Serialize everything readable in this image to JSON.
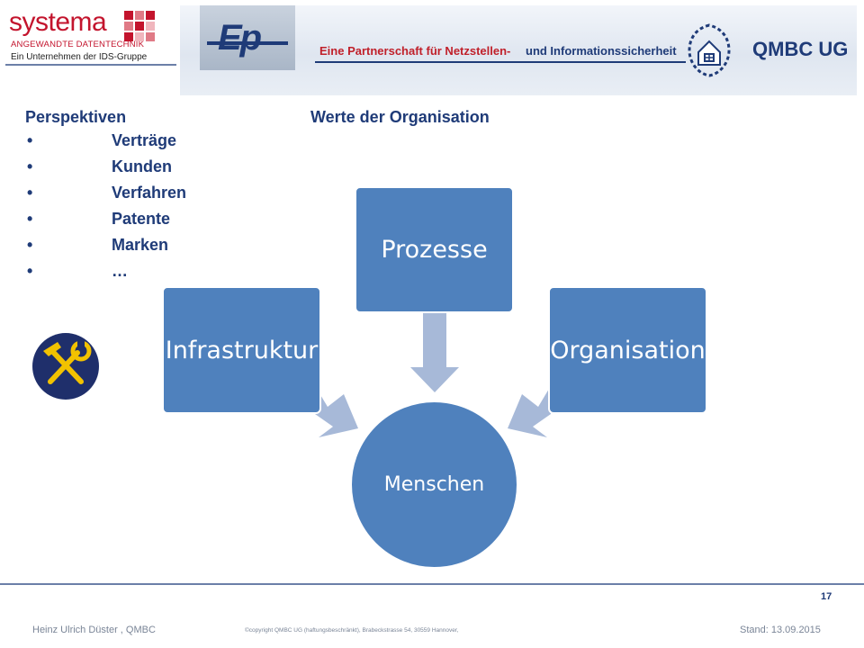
{
  "header": {
    "systema_logo": "systema",
    "systema_subtitle": "ANGEWANDTE DATENTECHNIK",
    "ids_caption": "Ein Unternehmen der IDS-Gruppe",
    "ep_logo": "Ep",
    "tagline_part1": "Eine Partnerschaft für Netzstellen-",
    "tagline_part2": "und Informationssicherheit",
    "qmbc_logo": "QMBC UG"
  },
  "perspectives": {
    "title": "Perspektiven",
    "bullet": "•",
    "items": [
      "Verträge",
      "Kunden",
      "Verfahren",
      "Patente",
      "Marken",
      "…"
    ]
  },
  "diagram": {
    "title": "Werte der Organisation",
    "nodes": {
      "top": "Prozesse",
      "left": "Infrastruktur",
      "right": "Organisation",
      "center": "Menschen"
    },
    "colors": {
      "node": "#4f81bd",
      "arrow": "#a7b9d8"
    }
  },
  "footer": {
    "page_number": "17",
    "author": "Heinz Ulrich Düster ,    QMBC",
    "copyright": "©copyright QMBC UG (haftungsbeschränkt),  Brabeckstrasse 54,  30559  Hannover,",
    "date": "Stand: 13.09.2015"
  },
  "icons": {
    "tools": "hammer-wrench-icon",
    "emblem": "house-shield-icon"
  }
}
